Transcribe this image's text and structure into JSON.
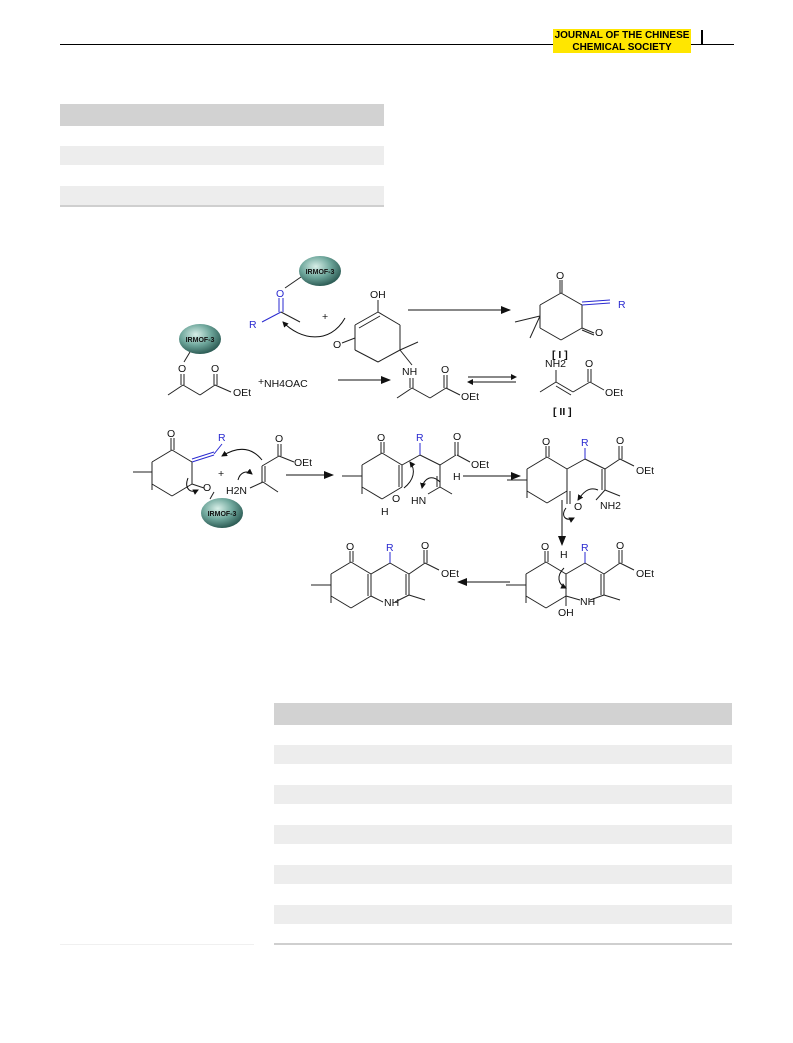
{
  "header": {
    "journal_line1": "JOURNAL OF THE CHINESE",
    "journal_line2": "CHEMICAL SOCIETY",
    "badge_color": "#ffe600"
  },
  "scheme": {
    "catalyst": "IRMOF-3",
    "reagent": "NH4OAC",
    "substituent": "R",
    "ester": "OEt",
    "hydroxyl": "OH",
    "imine": "NH",
    "amine": "NH2",
    "amine_left": "H2N",
    "amine_imine": "HN",
    "ring_nh": "NH",
    "oxygen": "O",
    "hydrogen": "H",
    "plus": "+",
    "intermediate_1": "[ I ]",
    "intermediate_2": "[ II ]",
    "accent_color": "#2a2ad0"
  }
}
